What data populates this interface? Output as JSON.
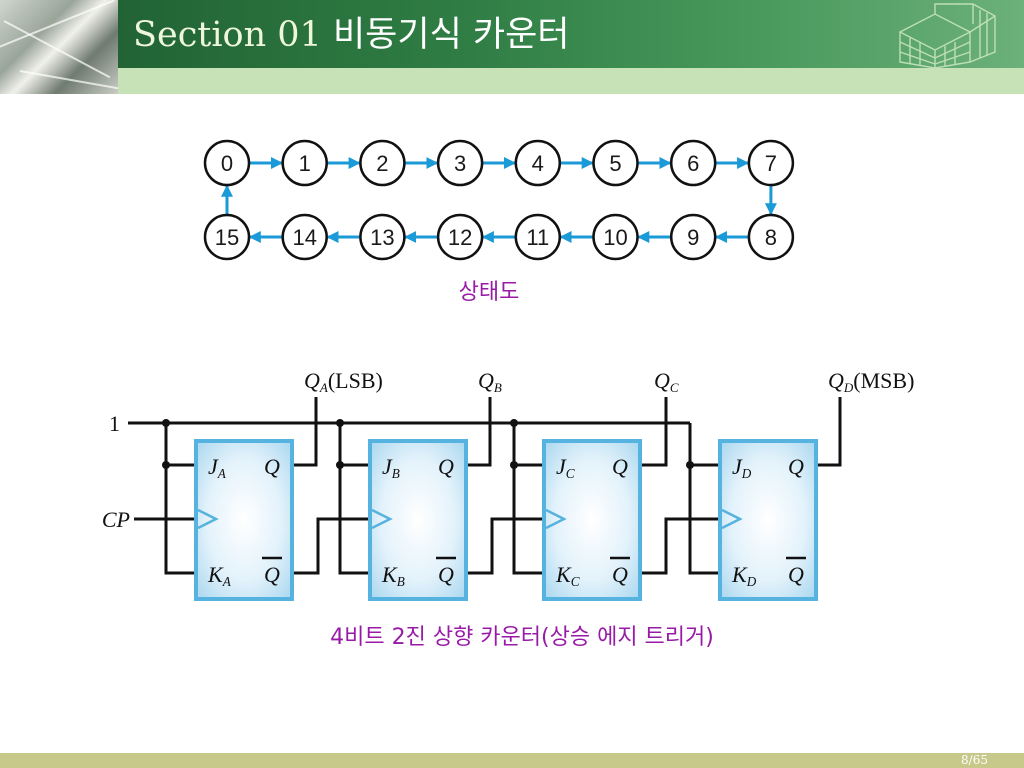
{
  "header": {
    "section": "Section 01",
    "title": "비동기식 카운터",
    "accent_dark": "#1d5a2f",
    "accent_light": "#c7e2b6",
    "decoration": "cube-icon"
  },
  "state_diagram": {
    "top_row": [
      "0",
      "1",
      "2",
      "3",
      "4",
      "5",
      "6",
      "7"
    ],
    "bottom_row": [
      "15",
      "14",
      "13",
      "12",
      "11",
      "10",
      "9",
      "8"
    ],
    "arrow_color": "#1a9ad6",
    "caption": "상태도"
  },
  "circuit": {
    "input_one": "1",
    "clock": "CP",
    "block_color": "#56b2df",
    "flip_flops": [
      {
        "j": "J",
        "k": "K",
        "sub": "A",
        "q": "Q",
        "qbar": "Q",
        "output": "Q",
        "output_sub": "A",
        "output_note": "(LSB)"
      },
      {
        "j": "J",
        "k": "K",
        "sub": "B",
        "q": "Q",
        "qbar": "Q",
        "output": "Q",
        "output_sub": "B",
        "output_note": ""
      },
      {
        "j": "J",
        "k": "K",
        "sub": "C",
        "q": "Q",
        "qbar": "Q",
        "output": "Q",
        "output_sub": "C",
        "output_note": ""
      },
      {
        "j": "J",
        "k": "K",
        "sub": "D",
        "q": "Q",
        "qbar": "Q",
        "output": "Q",
        "output_sub": "D",
        "output_note": "(MSB)"
      }
    ],
    "caption": "4비트 2진 상향 카운터(상승 에지 트리거)"
  },
  "footer": {
    "page": "8/65"
  }
}
